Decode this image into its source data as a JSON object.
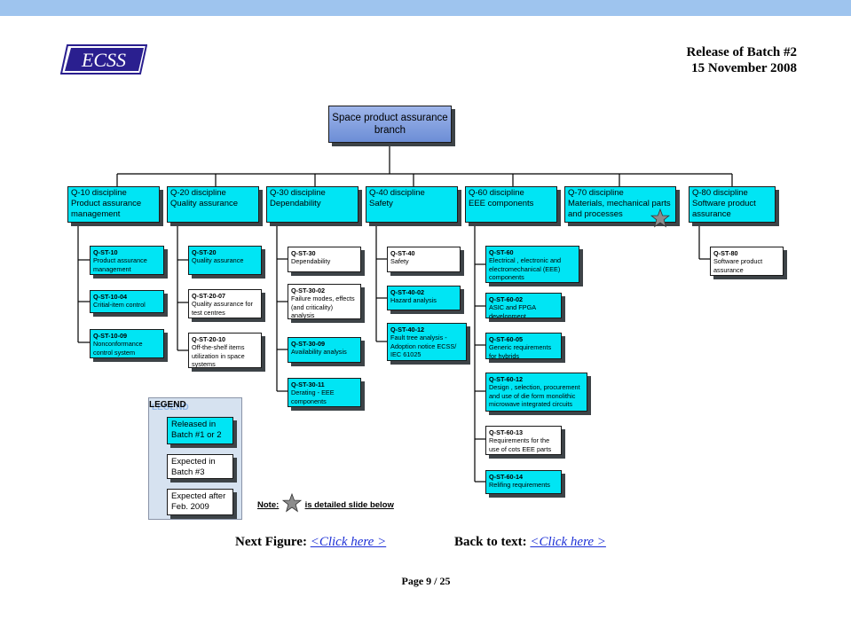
{
  "header": {
    "logo_text": "ECSS",
    "release_line1": "Release of Batch #2",
    "release_line2": "15 November 2008"
  },
  "root": {
    "line1": "Space product assurance",
    "line2": "branch"
  },
  "disciplines": [
    {
      "code": "Q-10 discipline",
      "name": "Product assurance management"
    },
    {
      "code": "Q-20 discipline",
      "name": "Quality assurance"
    },
    {
      "code": "Q-30 discipline",
      "name": "Dependability"
    },
    {
      "code": "Q-40 discipline",
      "name": "Safety"
    },
    {
      "code": "Q-60 discipline",
      "name": "EEE components"
    },
    {
      "code": "Q-70 discipline",
      "name": "Materials, mechanical parts and processes"
    },
    {
      "code": "Q-80 discipline",
      "name": "Software product assurance"
    }
  ],
  "standards": {
    "q10": [
      {
        "code": "Q-ST-10",
        "title": "Product assurance management"
      },
      {
        "code": "Q-ST-10-04",
        "title": "Critial-item control"
      },
      {
        "code": "Q-ST-10-09",
        "title": "Nonconformance control system"
      }
    ],
    "q20": [
      {
        "code": "Q-ST-20",
        "title": "Quality assurance"
      },
      {
        "code": "Q-ST-20-07",
        "title": "Quality assurance for test centres"
      },
      {
        "code": "Q-ST-20-10",
        "title": "Off-the-shelf items utilization in space systems"
      }
    ],
    "q30": [
      {
        "code": "Q-ST-30",
        "title": "Dependability"
      },
      {
        "code": "Q-ST-30-02",
        "title": "Failure modes, effects (and criticality) analysis"
      },
      {
        "code": "Q-ST-30-09",
        "title": "Availability analysis"
      },
      {
        "code": "Q-ST-30-11",
        "title": "Derating - EEE components"
      }
    ],
    "q40": [
      {
        "code": "Q-ST-40",
        "title": "Safety"
      },
      {
        "code": "Q-ST-40-02",
        "title": "Hazard analysis"
      },
      {
        "code": "Q-ST-40-12",
        "title": "Fault tree analysis - Adoption notice ECSS/ IEC 61025"
      }
    ],
    "q60": [
      {
        "code": "Q-ST-60",
        "title": "Electrical , electronic and electromechanical (EEE) components"
      },
      {
        "code": "Q-ST-60-02",
        "title": "ASIC and FPGA development"
      },
      {
        "code": "Q-ST-60-05",
        "title": "Generic requirements for hybrids"
      },
      {
        "code": "Q-ST-60-12",
        "title": "Design , selection, procurement and use of die form monolithic microwave integrated circuits"
      },
      {
        "code": "Q-ST-60-13",
        "title": "Requirements for the use of cots EEE parts"
      },
      {
        "code": "Q-ST-60-14",
        "title": "Relifing requirements"
      }
    ],
    "q80": [
      {
        "code": "Q-ST-80",
        "title": "Software product assurance"
      }
    ]
  },
  "legend": {
    "title": "LEGEND",
    "released": "Released in Batch #1 or 2",
    "expected": "Expected in Batch #3",
    "after": "Expected after Feb. 2009"
  },
  "note": {
    "label": "Note:",
    "text": "is detailed slide below"
  },
  "nav": {
    "next_label": "Next Figure:",
    "next_link": "<Click here >",
    "back_label": "Back to text:",
    "back_link": "<Click here >"
  },
  "page_number": "Page 9 / 25",
  "colors": {
    "released": "#00e5f4",
    "expected": "#ffffff",
    "root": "#7f9fe0",
    "topbar": "#9ec4ee"
  }
}
